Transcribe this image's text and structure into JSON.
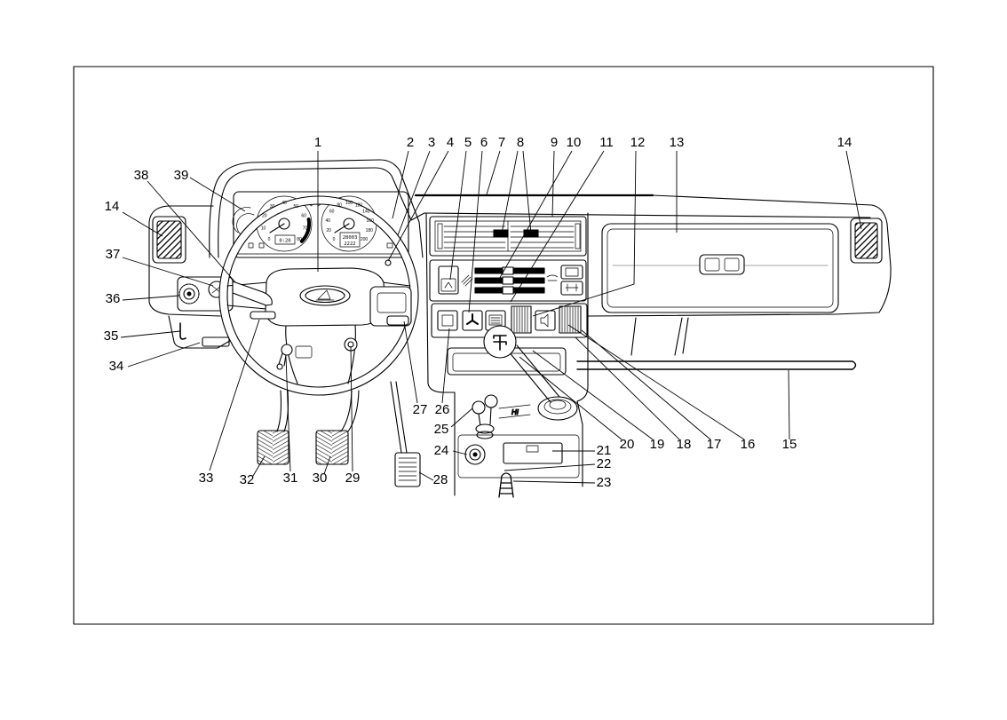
{
  "colors": {
    "line": "#000000",
    "background": "#ffffff"
  },
  "callouts": {
    "c1": "1",
    "c2": "2",
    "c3": "3",
    "c4": "4",
    "c5": "5",
    "c6": "6",
    "c7": "7",
    "c8": "8",
    "c9": "9",
    "c10": "10",
    "c11": "11",
    "c12": "12",
    "c13": "13",
    "c14": "14",
    "c15": "15",
    "c16": "16",
    "c17": "17",
    "c18": "18",
    "c19": "19",
    "c20": "20",
    "c21": "21",
    "c22": "22",
    "c23": "23",
    "c24": "24",
    "c25": "25",
    "c26": "26",
    "c27": "27",
    "c28": "28",
    "c29": "29",
    "c30": "30",
    "c31": "31",
    "c32": "32",
    "c33": "33",
    "c34": "34",
    "c35": "35",
    "c36": "36",
    "c37": "37",
    "c38": "38",
    "c39": "39"
  },
  "instrument_cluster": {
    "tachometer_scale": [
      "0",
      "10",
      "20",
      "30",
      "40",
      "50",
      "60",
      "70",
      "80"
    ],
    "speedometer_scale": [
      "0",
      "20",
      "40",
      "60",
      "80",
      "100",
      "120",
      "140",
      "160",
      "180",
      "200"
    ],
    "clock_display": "0:20",
    "odometer_display": "28003",
    "trip_display": "2222"
  },
  "transfer_case": {
    "label": "HI"
  }
}
